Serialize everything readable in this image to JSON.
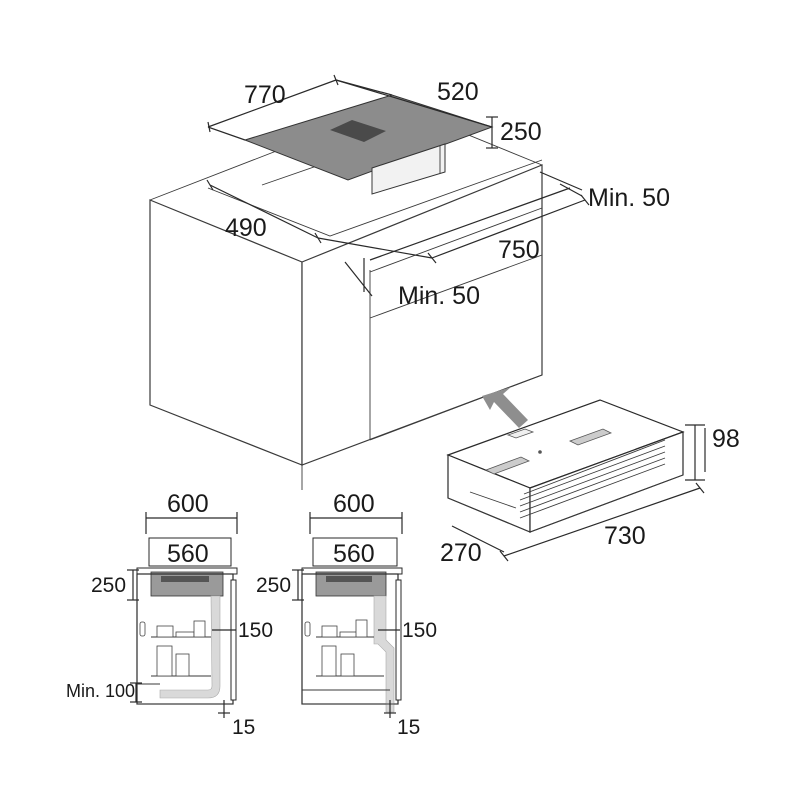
{
  "labels": {
    "hob_width": "770",
    "hob_depth": "520",
    "unit_height": "250",
    "min_50_right": "Min. 50",
    "cutout_depth": "490",
    "cutout_width": "750",
    "min_50_front": "Min. 50",
    "motor_height": "98",
    "motor_depth": "270",
    "motor_width": "730",
    "left_cabinet": {
      "width": "600",
      "inner_width": "560",
      "unit_height": "250",
      "duct": "150",
      "min_plinth": "Min. 100",
      "gap": "15"
    },
    "right_cabinet": {
      "width": "600",
      "inner_width": "560",
      "unit_height": "250",
      "duct": "150",
      "gap": "15"
    }
  },
  "colors": {
    "line": "#2a2a2a",
    "hob_surface": "#8c8c8c",
    "hob_zone": "#4a4a4a",
    "duct": "#d9d9d9",
    "arrow": "#8e8e8e"
  }
}
